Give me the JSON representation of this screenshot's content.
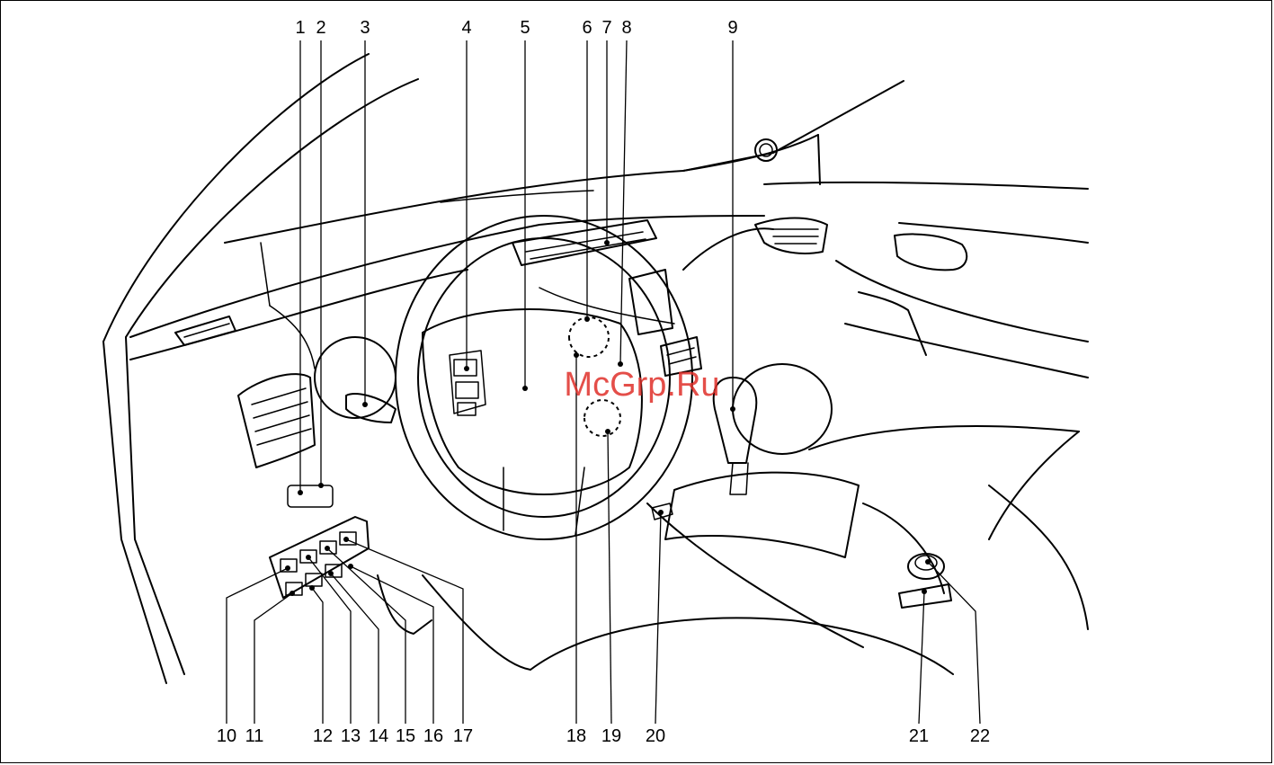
{
  "labels": {
    "top": [
      "1",
      "2",
      "3",
      "4",
      "5",
      "6",
      "7",
      "8",
      "9"
    ],
    "bottom": [
      "10",
      "11",
      "12",
      "13",
      "14",
      "15",
      "16",
      "17",
      "18",
      "19",
      "20",
      "21",
      "22"
    ]
  },
  "watermark": "McGrp.Ru",
  "colors": {
    "line": "#000000",
    "watermark": "#e0302a",
    "background": "#ffffff"
  }
}
